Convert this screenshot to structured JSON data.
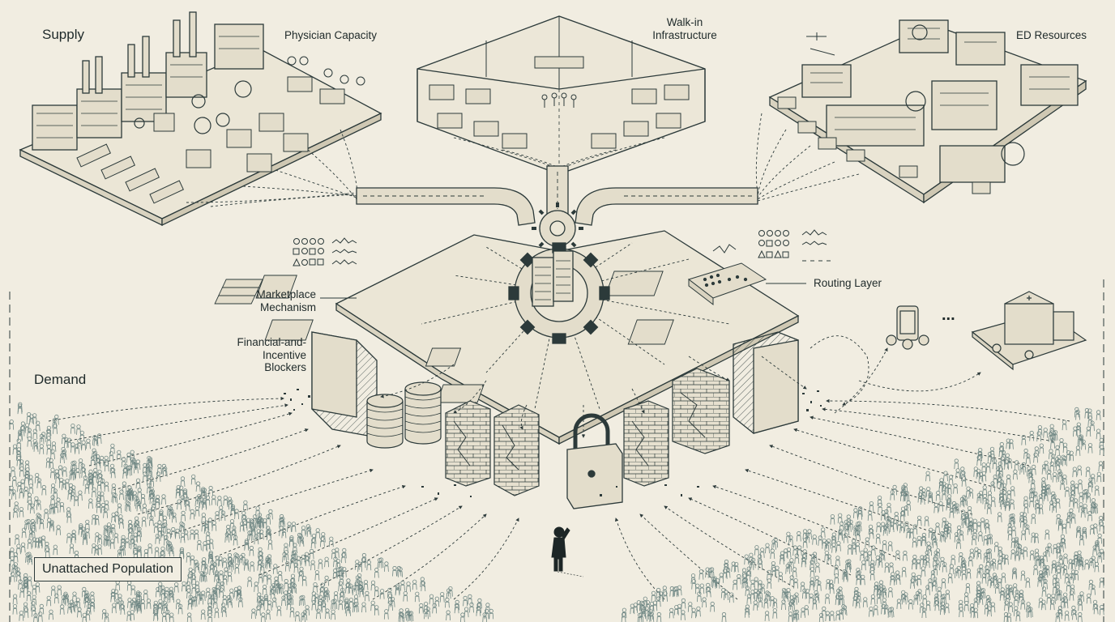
{
  "labels": {
    "supply": "Supply",
    "physician_capacity": "Physician Capacity",
    "walk_in_infrastructure": "Walk-in\nInfrastructure",
    "ed_resources": "ED Resources",
    "marketplace_mechanism": "Marketplace\nMechanism",
    "routing_layer": "Routing Layer",
    "financial_incentive_blockers": "Financial-and-\nIncentive\nBlockers",
    "demand": "Demand",
    "unattached_population": "Unattached Population",
    "ellipsis": "..."
  },
  "colors": {
    "background": "#f1ede1",
    "ink": "#2c3a3a",
    "accent": "#4a6a66",
    "crowd": "#6f8784"
  }
}
